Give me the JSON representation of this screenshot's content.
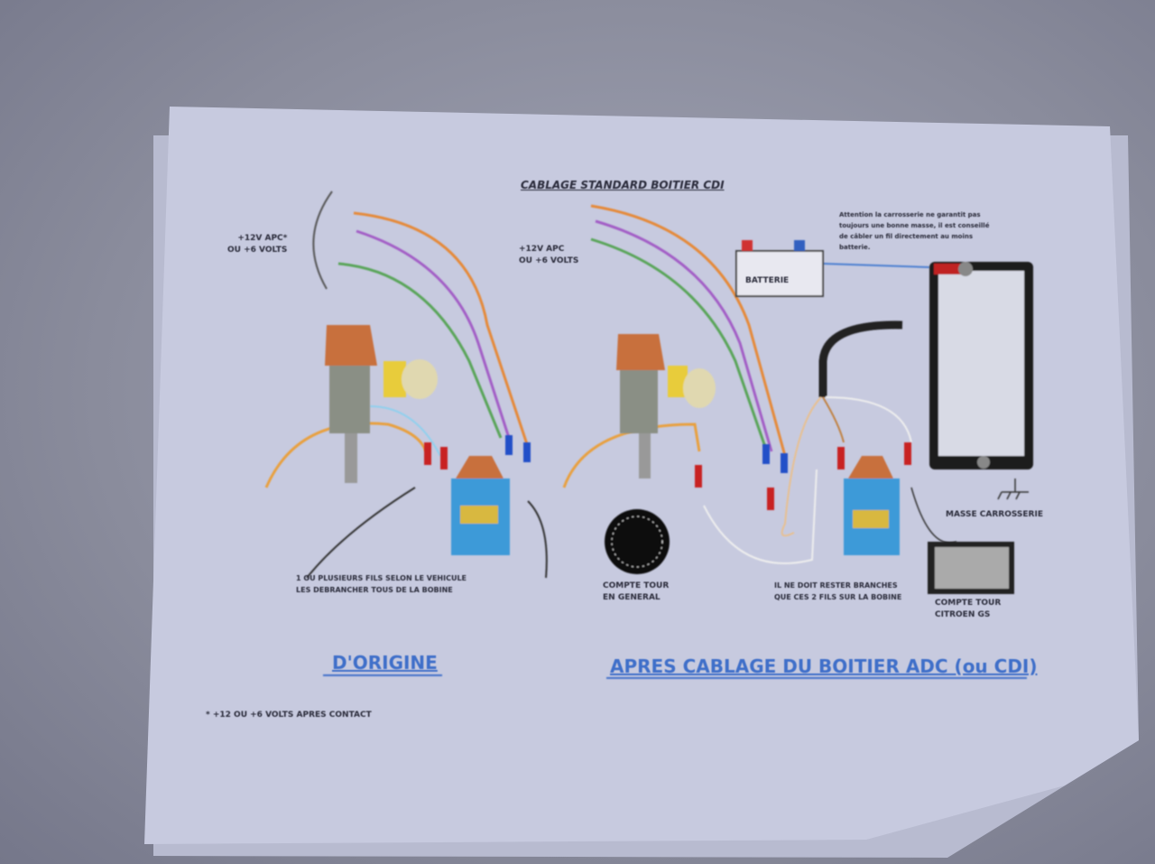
{
  "title": "CABLAGE STANDARD BOITIER CDI",
  "labels": {
    "left_supply": [
      "+12V APC*",
      "OU +6 VOLTS"
    ],
    "right_supply": [
      "+12V APC",
      "OU +6 VOLTS"
    ],
    "battery": "BATTERIE",
    "warning": [
      "Attention la carrosserie ne garantit pas",
      "toujours une bonne masse, il est conseillé",
      "de câbler un fil directement au moins",
      "batterie."
    ],
    "coil_wires_note": [
      "1 OU PLUSIEURS FILS SELON LE VEHICULE",
      "LES DEBRANCHER TOUS DE LA BOBINE"
    ],
    "tach_general": [
      "COMPTE TOUR",
      "EN GENERAL"
    ],
    "keep_two": [
      "IL NE DOIT RESTER BRANCHES",
      "QUE CES 2 FILS SUR LA BOBINE"
    ],
    "ground": "MASSE CARROSSERIE",
    "tach_gs": [
      "COMPTE TOUR",
      "CITROEN GS"
    ],
    "original": "D'ORIGINE",
    "after": "APRES CABLAGE DU BOITIER ADC (ou CDI)",
    "footnote": "* +12 OU +6 VOLTS APRES CONTACT"
  },
  "colors": {
    "paper": "#c6c9de",
    "accent": "#3f6fc9",
    "coil": "#3d9ad8",
    "orange": "#e58a3a",
    "purple": "#a35fc6",
    "green": "#5aa55a"
  }
}
